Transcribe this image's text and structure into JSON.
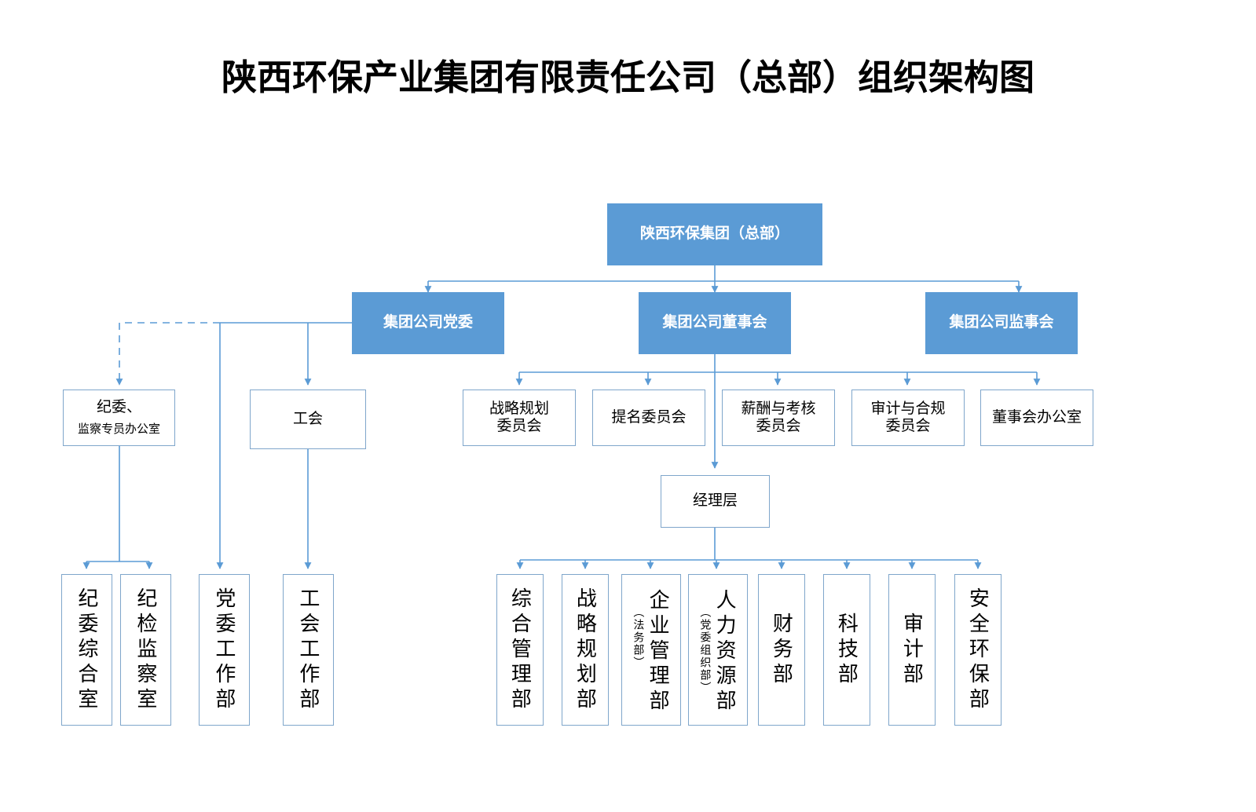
{
  "title": "陕西环保产业集团有限责任公司（总部）组织架构图",
  "colors": {
    "box_fill_blue": "#5B9BD5",
    "box_border_blue": "#7FA6CB",
    "connector": "#5B9BD5",
    "text_on_blue": "#FFFFFF",
    "text_default": "#000000",
    "background": "#FFFFFF"
  },
  "chart_data": {
    "type": "diagram",
    "title": "陕西环保产业集团有限责任公司（总部）组织架构图",
    "diagram_kind": "org-chart",
    "nodes": [
      {
        "id": "root",
        "label": "陕西环保集团（总部）",
        "style": "filled",
        "level": 0
      },
      {
        "id": "party",
        "label": "集团公司党委",
        "style": "filled",
        "level": 1
      },
      {
        "id": "board",
        "label": "集团公司董事会",
        "style": "filled",
        "level": 1
      },
      {
        "id": "supervisors",
        "label": "集团公司监事会",
        "style": "filled",
        "level": 1
      },
      {
        "id": "discipline",
        "label": "纪委、",
        "sub": "监察专员办公室",
        "style": "outline",
        "level": 2
      },
      {
        "id": "union",
        "label": "工会",
        "style": "outline",
        "level": 2
      },
      {
        "id": "strategy-cmte",
        "label": "战略规划\n委员会",
        "style": "outline",
        "level": 2
      },
      {
        "id": "nomination-cmte",
        "label": "提名委员会",
        "style": "outline",
        "level": 2
      },
      {
        "id": "comp-cmte",
        "label": "薪酬与考核\n委员会",
        "style": "outline",
        "level": 2
      },
      {
        "id": "audit-cmte",
        "label": "审计与合规\n委员会",
        "style": "outline",
        "level": 2
      },
      {
        "id": "board-office",
        "label": "董事会办公室",
        "style": "outline",
        "level": 2
      },
      {
        "id": "management",
        "label": "经理层",
        "style": "outline",
        "level": 3
      },
      {
        "id": "dept-jiwei-zonghe",
        "label": "纪委综合室",
        "style": "outline-vertical",
        "level": 4
      },
      {
        "id": "dept-jijian",
        "label": "纪检监察室",
        "style": "outline-vertical",
        "level": 4
      },
      {
        "id": "dept-dangwei-work",
        "label": "党委工作部",
        "style": "outline-vertical",
        "level": 4
      },
      {
        "id": "dept-union-work",
        "label": "工会工作部",
        "style": "outline-vertical",
        "level": 4
      },
      {
        "id": "dept-general",
        "label": "综合管理部",
        "style": "outline-vertical",
        "level": 4
      },
      {
        "id": "dept-strategy",
        "label": "战略规划部",
        "style": "outline-vertical",
        "level": 4
      },
      {
        "id": "dept-enterprise",
        "label": "企业管理部",
        "paren": "（法务部）",
        "style": "outline-vertical",
        "level": 4
      },
      {
        "id": "dept-hr",
        "label": "人力资源部",
        "paren": "（党委组织部）",
        "style": "outline-vertical",
        "level": 4
      },
      {
        "id": "dept-finance",
        "label": "财务部",
        "style": "outline-vertical",
        "level": 4
      },
      {
        "id": "dept-tech",
        "label": "科技部",
        "style": "outline-vertical",
        "level": 4
      },
      {
        "id": "dept-audit",
        "label": "审计部",
        "style": "outline-vertical",
        "level": 4
      },
      {
        "id": "dept-safety",
        "label": "安全环保部",
        "style": "outline-vertical",
        "level": 4
      }
    ],
    "edges": [
      {
        "from": "root",
        "to": "party",
        "line": "solid"
      },
      {
        "from": "root",
        "to": "board",
        "line": "solid"
      },
      {
        "from": "root",
        "to": "supervisors",
        "line": "solid"
      },
      {
        "from": "party",
        "to": "discipline",
        "line": "dashed"
      },
      {
        "from": "party",
        "to": "union",
        "line": "solid"
      },
      {
        "from": "party",
        "to": "dept-dangwei-work",
        "line": "solid"
      },
      {
        "from": "discipline",
        "to": "dept-jiwei-zonghe",
        "line": "solid"
      },
      {
        "from": "discipline",
        "to": "dept-jijian",
        "line": "solid"
      },
      {
        "from": "union",
        "to": "dept-union-work",
        "line": "solid"
      },
      {
        "from": "board",
        "to": "strategy-cmte",
        "line": "solid"
      },
      {
        "from": "board",
        "to": "nomination-cmte",
        "line": "solid"
      },
      {
        "from": "board",
        "to": "comp-cmte",
        "line": "solid"
      },
      {
        "from": "board",
        "to": "audit-cmte",
        "line": "solid"
      },
      {
        "from": "board",
        "to": "board-office",
        "line": "solid"
      },
      {
        "from": "board",
        "to": "management",
        "line": "solid"
      },
      {
        "from": "management",
        "to": "dept-general",
        "line": "solid"
      },
      {
        "from": "management",
        "to": "dept-strategy",
        "line": "solid"
      },
      {
        "from": "management",
        "to": "dept-enterprise",
        "line": "solid"
      },
      {
        "from": "management",
        "to": "dept-hr",
        "line": "solid"
      },
      {
        "from": "management",
        "to": "dept-finance",
        "line": "solid"
      },
      {
        "from": "management",
        "to": "dept-tech",
        "line": "solid"
      },
      {
        "from": "management",
        "to": "dept-audit",
        "line": "solid"
      },
      {
        "from": "management",
        "to": "dept-safety",
        "line": "solid"
      }
    ]
  }
}
